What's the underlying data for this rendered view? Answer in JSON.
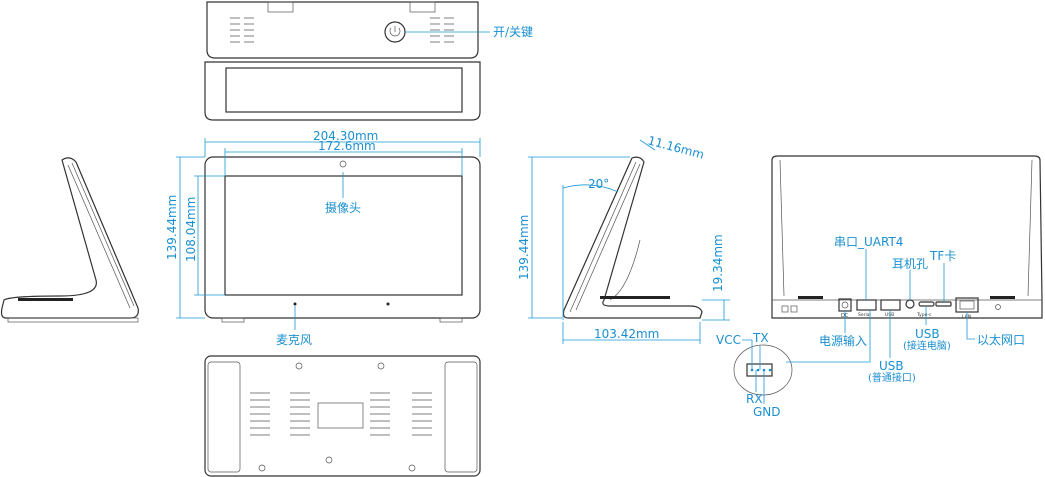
{
  "top_view": {
    "power_label": "开/关键"
  },
  "front_view": {
    "width_label": "204.30mm",
    "screen_width_label": "172.6mm",
    "height_label": "139.44mm",
    "screen_height_label": "108.04mm",
    "camera_label": "摄像头",
    "mic_label": "麦克风"
  },
  "side_view": {
    "height_label": "139.44mm",
    "angle_label": "20°",
    "thickness_label": "11.16mm",
    "depth_label": "103.42mm",
    "base_height_label": "19.34mm"
  },
  "back_view": {
    "uart_label": "串口_UART4",
    "earphone_label": "耳机孔",
    "tf_label": "TF卡",
    "power_in_label": "电源输入",
    "usb_pc_label": "USB",
    "usb_pc_sub": "(接连电脑)",
    "usb_normal_label": "USB",
    "usb_normal_sub": "(普通接口)",
    "ethernet_label": "以太网口",
    "port_dc": "DC",
    "port_serial": "Serial",
    "port_usb": "USB",
    "port_typec": "Type-c",
    "port_lan": "LAN"
  },
  "uart_pinout": {
    "vcc": "VCC",
    "tx": "TX",
    "rx": "RX",
    "gnd": "GND"
  },
  "colors": {
    "accent": "#1a8fd0",
    "outline": "#333333"
  }
}
